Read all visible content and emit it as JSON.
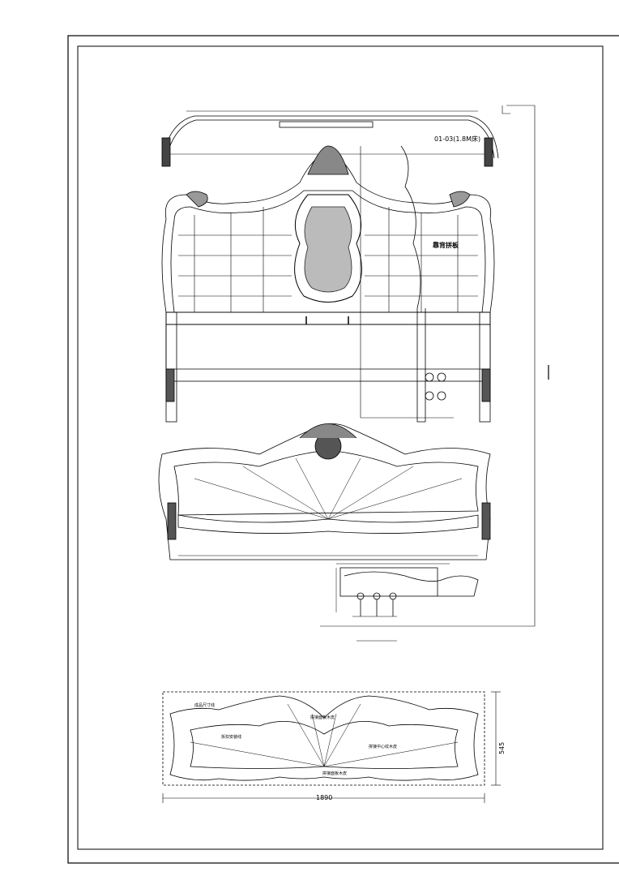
{
  "drawing": {
    "model_label": "01-03(1.8M床)",
    "headboard_note": "靠背拼板",
    "plan_labels": {
      "outline": "成品尺寸线",
      "install": "拆扣安装线",
      "top_veneer": "拼接面板木皮",
      "side_veneer": "拼接中心纹木皮",
      "bottom_veneer": "拼接面板木皮"
    },
    "dimensions": {
      "width": "1890",
      "height": "545"
    }
  }
}
